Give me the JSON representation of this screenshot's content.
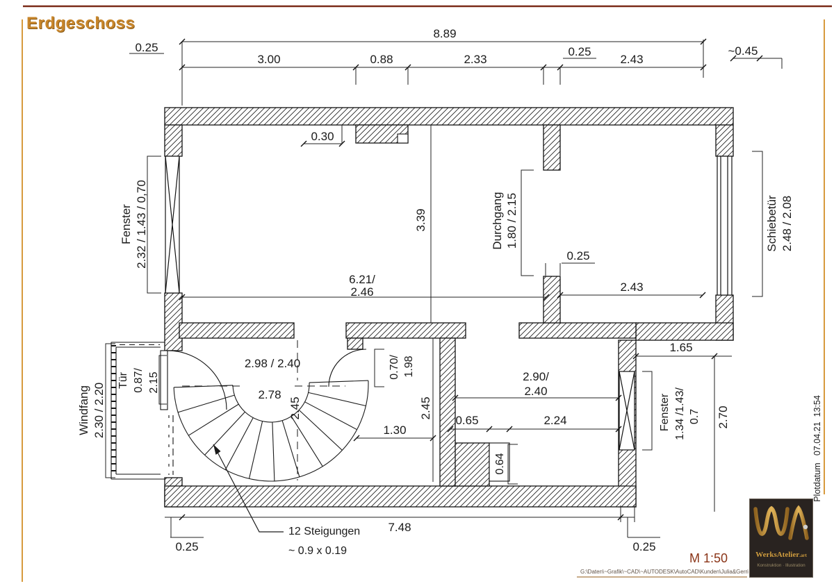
{
  "page": {
    "title": "Erdgeschoss",
    "scale": "M 1:50",
    "file_path": "G:\\Daten\\~Grafik\\~CAD\\~AUTODESK\\AutoCAD\\Kunden\\Julia&Gerri",
    "plot_info": "Plotdatum   07.04.21  13:54"
  },
  "colors": {
    "title_accent": "#c8862b",
    "scale_accent": "#8a3417",
    "frame_top": "#7a2b18",
    "frame_side": "#d79a3c",
    "line": "#1a1a1a",
    "logo_bg": "#292320",
    "logo_gold": "#cf9c3e"
  },
  "logo": {
    "brand": "WerksAtelier",
    "suffix": ".art",
    "tagline": "Konstruktion · Illustration"
  },
  "plan": {
    "dims": {
      "top_offset": "0.25",
      "top_total": "8.89",
      "top_seg1": "3.00",
      "top_seg2": "0.88",
      "top_seg3": "2.33",
      "top_seg4": "0.25",
      "top_seg5": "2.43",
      "top_overhang": "~0.45",
      "pier_depth": "0.30",
      "room_height": "3.39",
      "room_width_1": "6.21/",
      "room_width_2": "2.46",
      "mid_offset": "0.25",
      "mid_width": "2.43",
      "stair_opening": "2.98 / 2.40",
      "stair_width": "2.78",
      "stair_depth": "2.45",
      "corridor_depth": "2.45",
      "corridor_width": "1.30",
      "room2_width_1": "2.90/",
      "room2_width_2": "2.40",
      "niche_offset": "0.65",
      "niche_width": "2.24",
      "niche_depth": "0.64",
      "right_offset": "1.65",
      "right_height": "2.70",
      "bottom_total": "7.48",
      "bottom_left": "0.25",
      "bottom_right": "0.25"
    },
    "openings": {
      "fenster_left_label": "Fenster",
      "fenster_left_size": "2.32 / 1.43 / 0,70",
      "durchgang_label": "Durchgang",
      "durchgang_size": "1.80 / 2.15",
      "schiebetuer_label": "Schiebetür",
      "schiebetuer_size": "2.48 / 2.08",
      "windfang_label": "Windfang",
      "windfang_size": "2.30 / 2.20",
      "tuer_label": "Tür",
      "tuer_size_1": "0.87/",
      "tuer_size_2": "2.15",
      "door_corridor_1": "0.70/",
      "door_corridor_2": "1.98",
      "fenster_right_label": "Fenster",
      "fenster_right_size_1": "1.34 /1.43/",
      "fenster_right_size_2": "0.7"
    },
    "stair_note_1": "12 Steigungen",
    "stair_note_2": "~ 0.9 x 0.19"
  }
}
